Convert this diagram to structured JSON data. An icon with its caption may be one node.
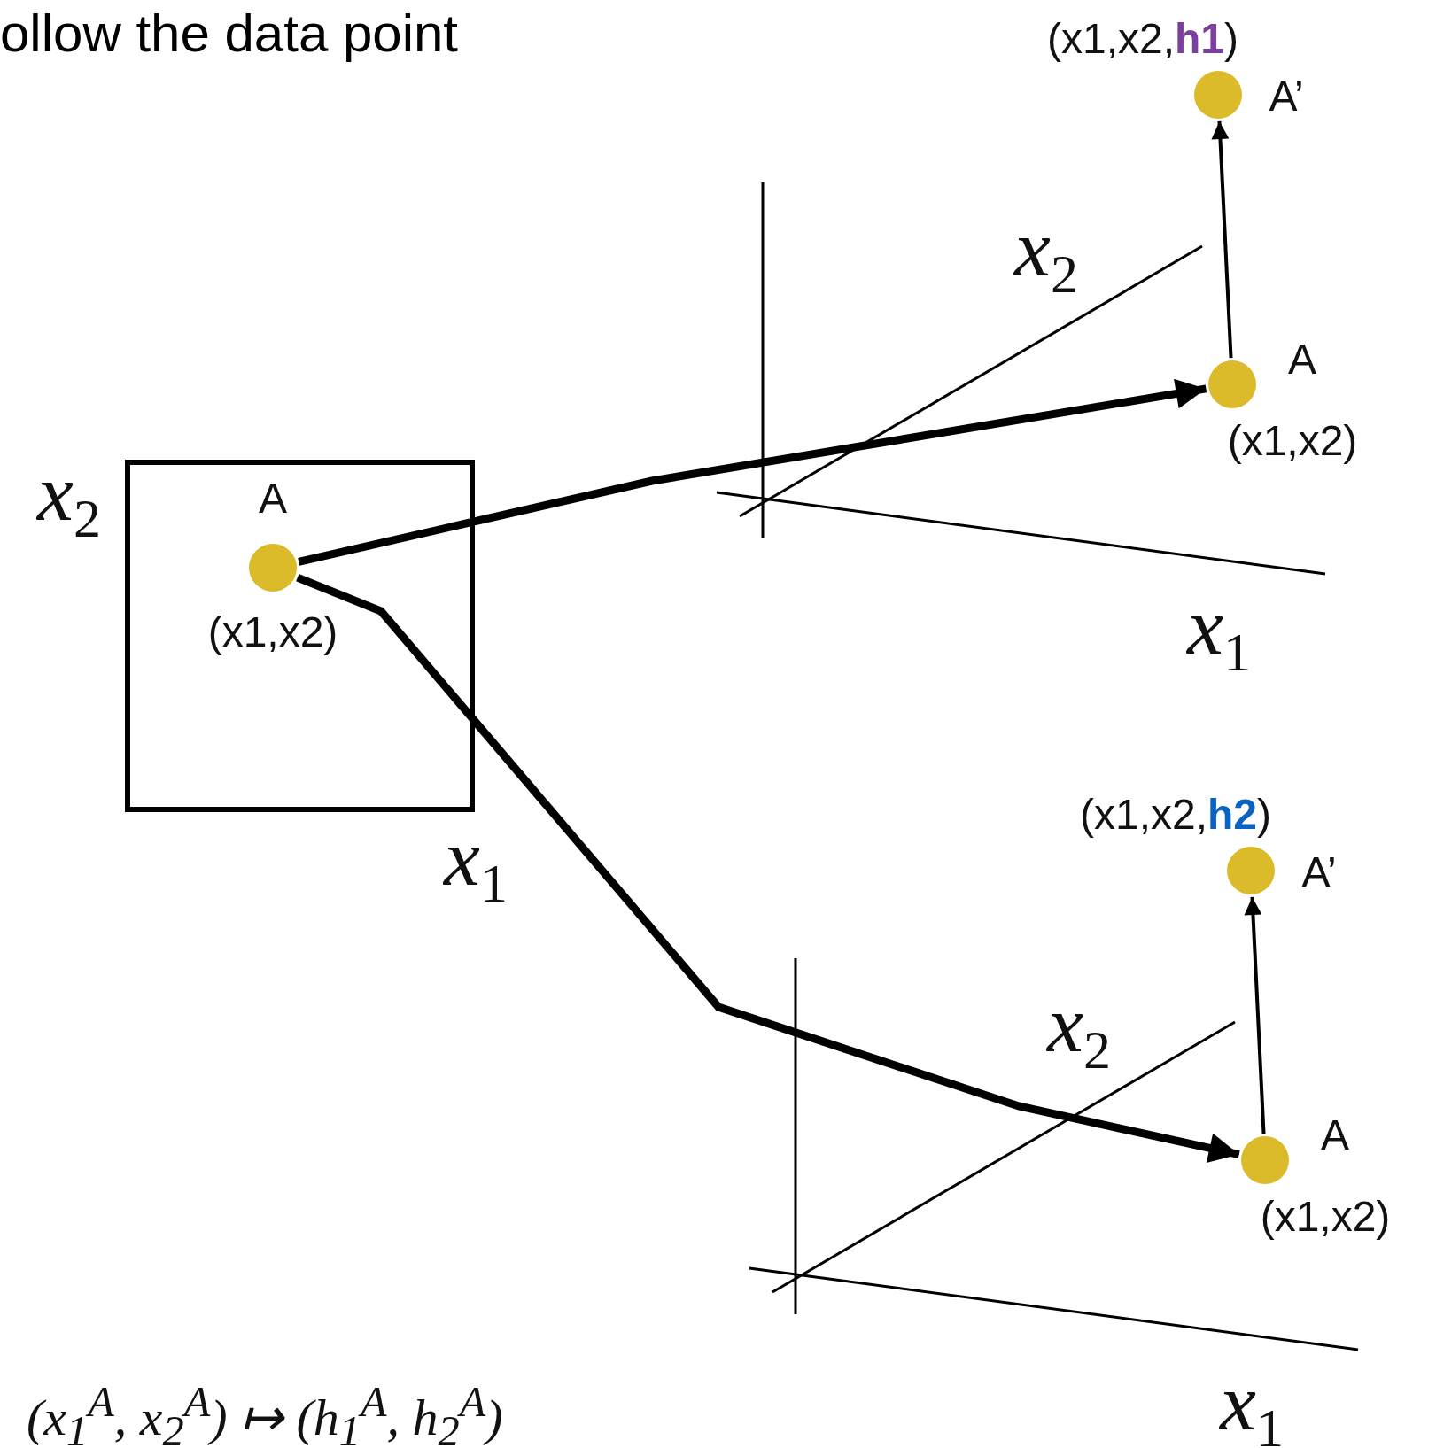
{
  "diagram": {
    "nodes": [
      {
        "text": [],
        "shape": "box",
        "beside": [
          "x$_{2}$",
          "x$_{1}$"
        ]
      },
      {
        "text": [],
        "shape": "circle",
        "in": 0,
        "beside": [
          "A",
          "(x1,x2)"
        ]
      },
      {
        "text": [],
        "shape": "circle",
        "beside": [
          "A",
          "(x1,x2)"
        ]
      },
      {
        "text": [],
        "shape": "circle",
        "beside": [
          "(x1,x2,**h1**)",
          "A’"
        ]
      },
      {
        "text": [],
        "shape": "circle",
        "beside": [
          "A",
          "(x1,x2)"
        ]
      },
      {
        "text": [],
        "shape": "circle",
        "beside": [
          "(x1,x2,**h2**)",
          "A’"
        ]
      }
    ],
    "edges": [
      {
        "from": 1,
        "to": 2,
        "arrow": "to",
        "style": "thick"
      },
      {
        "from": 1,
        "to": 4,
        "arrow": "to",
        "style": "thick"
      },
      {
        "from": 2,
        "to": 3,
        "arrow": "to"
      },
      {
        "from": 4,
        "to": 5,
        "arrow": "to"
      }
    ],
    "labels": [
      "ollow the data point",
      "x$_{2}$",
      "x$_{1}$",
      "x$_{2}$",
      "x$_{1}$",
      "(x$_{1}$$^{A}$, x$_{2}$$^{A}$) ↦ (h$_{1}$$^{A}$, h$_{2}$$^{A}$)"
    ]
  }
}
